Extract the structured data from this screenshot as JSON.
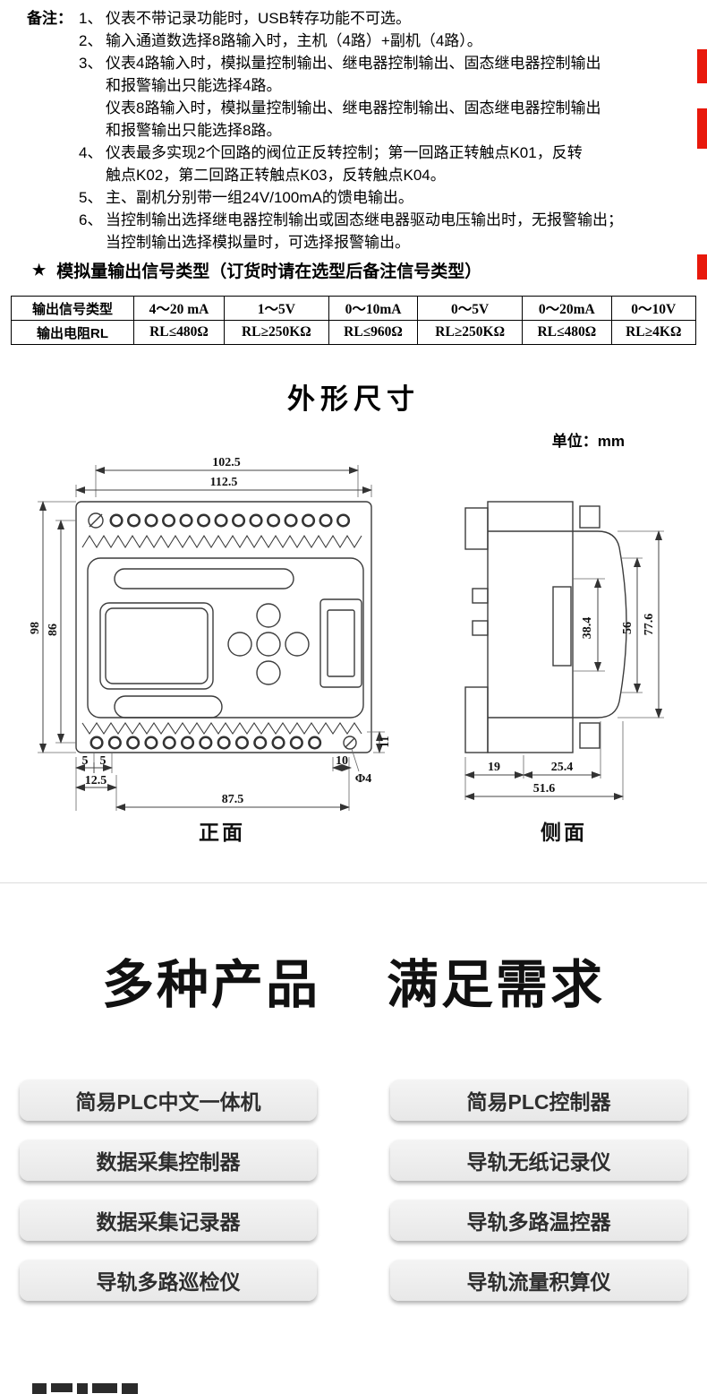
{
  "colors": {
    "marker_red": "#e8190c",
    "drawing_line": "#3c3c3c"
  },
  "notes": {
    "label": "备注：",
    "lines": [
      {
        "num": "1、",
        "text": "仪表不带记录功能时，USB转存功能不可选。"
      },
      {
        "num": "2、",
        "text": "输入通道数选择8路输入时，主机（4路）+副机（4路）。"
      },
      {
        "num": "3、",
        "text": "仪表4路输入时，模拟量控制输出、继电器控制输出、固态继电器控制输出"
      },
      {
        "num": "",
        "text": "和报警输出只能选择4路。"
      },
      {
        "num": "",
        "text": "仪表8路输入时，模拟量控制输出、继电器控制输出、固态继电器控制输出"
      },
      {
        "num": "",
        "text": "和报警输出只能选择8路。"
      },
      {
        "num": "4、",
        "text": "仪表最多实现2个回路的阀位正反转控制；第一回路正转触点K01，反转"
      },
      {
        "num": "",
        "text": "触点K02，第二回路正转触点K03，反转触点K04。"
      },
      {
        "num": "5、",
        "text": "主、副机分别带一组24V/100mA的馈电输出。"
      },
      {
        "num": "6、",
        "text": "当控制输出选择继电器控制输出或固态继电器驱动电压输出时，无报警输出；"
      },
      {
        "num": "",
        "text": "当控制输出选择模拟量时，可选择报警输出。"
      }
    ]
  },
  "analog": {
    "star": "★",
    "title": "模拟量输出信号类型（订货时请在选型后备注信号类型）"
  },
  "signal_table": {
    "rows": [
      [
        "输出信号类型",
        "4～20 mA",
        "1～5V",
        "0～10mA",
        "0～5V",
        "0～20mA",
        "0～10V"
      ],
      [
        "输出电阻RL",
        "RL≤480Ω",
        "RL≥250KΩ",
        "RL≤960Ω",
        "RL≥250KΩ",
        "RL≤480Ω",
        "RL≥4KΩ"
      ]
    ]
  },
  "dimensions": {
    "title": "外形尺寸",
    "unit": "单位：mm",
    "front": {
      "label": "正面",
      "w_inner": "102.5",
      "w_outer": "112.5",
      "h_outer": "98",
      "h_inner": "86",
      "m5a": "5",
      "m5b": "5",
      "m125": "12.5",
      "m875": "87.5",
      "m10": "10",
      "hole": "Φ4",
      "m11": "11"
    },
    "side": {
      "label": "侧面",
      "d1": "38.4",
      "d2": "56",
      "d3": "77.6",
      "b1": "19",
      "b2": "25.4",
      "b3": "51.6"
    }
  },
  "products": {
    "title_parts": [
      "多种产品",
      "满足需求"
    ],
    "buttons": [
      "简易PLC中文一体机",
      "简易PLC控制器",
      "数据采集控制器",
      "导轨无纸记录仪",
      "数据采集记录器",
      "导轨多路温控器",
      "导轨多路巡检仪",
      "导轨流量积算仪"
    ]
  }
}
